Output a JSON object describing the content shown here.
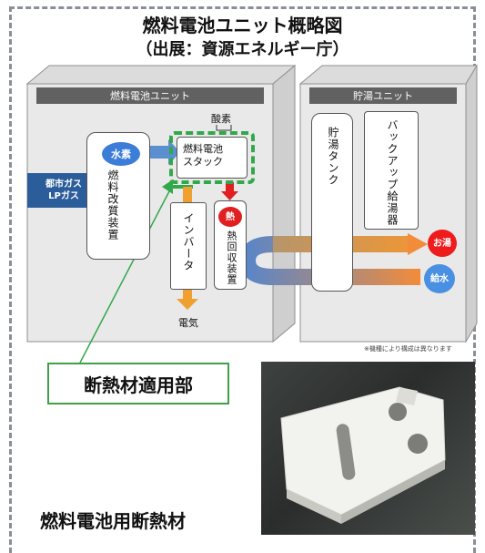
{
  "title": "燃料電池ユニット概略図",
  "source": "（出展：資源エネルギー庁）",
  "fuel_cell_unit": {
    "header": "燃料電池ユニット",
    "city_gas": "都市ガス\nLPガス",
    "reformer": "燃料改質装置",
    "hydrogen": "水素",
    "oxygen": "酸素",
    "stack": "燃料電池\nスタック",
    "inverter": "インバータ",
    "heat_badge": "熱",
    "heat_recovery": "熱回収装置",
    "electricity": "電気"
  },
  "storage_unit": {
    "header": "貯湯ユニット",
    "tank": "貯湯タンク",
    "backup": "バックアップ給湯器",
    "hot_water": "お湯",
    "water_supply": "給水"
  },
  "note": "※機種により構成は異なります",
  "callout": "断熱材適用部",
  "bottom_label": "燃料電池用断熱材",
  "colors": {
    "hydrogen": "#3b7dd8",
    "heat": "#e02020",
    "hot_water": "#ee1c1c",
    "water": "#4a90e2",
    "arrow_orange": "#f0a030",
    "insulation_green": "#31a84a",
    "header_gray": "#616161"
  }
}
